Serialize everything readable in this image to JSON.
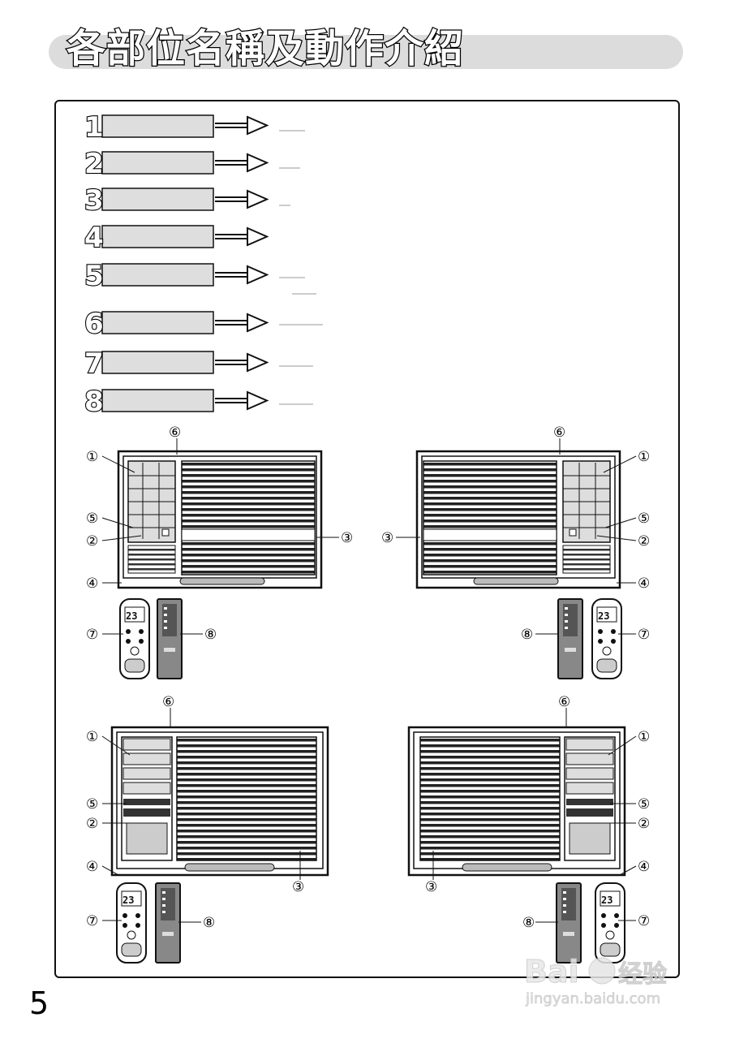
{
  "title": "各部位名稱及動作介紹",
  "page_number": "5",
  "legend": {
    "numbers": [
      "1",
      "2",
      "3",
      "4",
      "5",
      "6",
      "7",
      "8"
    ]
  },
  "callouts": [
    "①",
    "②",
    "③",
    "④",
    "⑤",
    "⑥",
    "⑦",
    "⑧"
  ],
  "remote_display": "23",
  "watermark": {
    "brand": "Bai",
    "brand_tail": "经验",
    "url": "jingyan.baidu.com"
  },
  "colors": {
    "label_box": "#dedede",
    "title_pill": "#dcdcdc",
    "outline": "#111111"
  }
}
